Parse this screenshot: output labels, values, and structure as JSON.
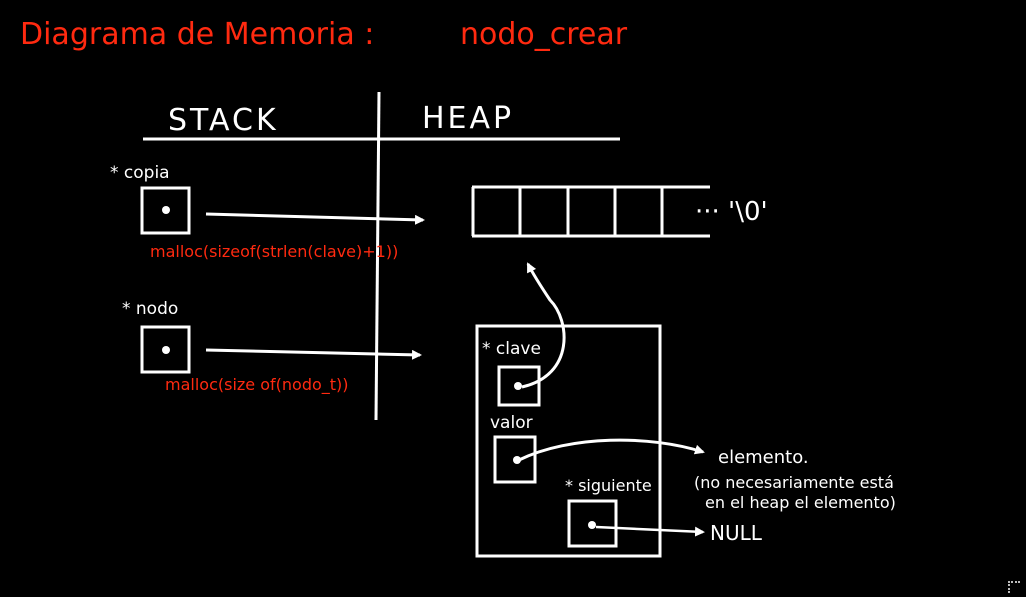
{
  "title": {
    "prefix": "Diagrama de Memoria :",
    "function": "nodo_crear"
  },
  "columns": {
    "stack": "STACK",
    "heap": "HEAP"
  },
  "stack": {
    "copia": {
      "label": "* copia",
      "alloc": "malloc(sizeof(strlen(clave)+1))"
    },
    "nodo": {
      "label": "* nodo",
      "alloc": "malloc(size of(nodo_t))"
    }
  },
  "heap": {
    "string_end": "··· '\\0'",
    "node_fields": {
      "clave": "* clave",
      "valor": "valor",
      "siguiente": "* siguiente"
    }
  },
  "targets": {
    "elemento": "elemento.",
    "note_line1": "(no necesariamente está",
    "note_line2": "en el heap el elemento)",
    "null": "NULL"
  },
  "colors": {
    "background": "#000000",
    "ink": "#ffffff",
    "accent": "#ff2a10"
  }
}
